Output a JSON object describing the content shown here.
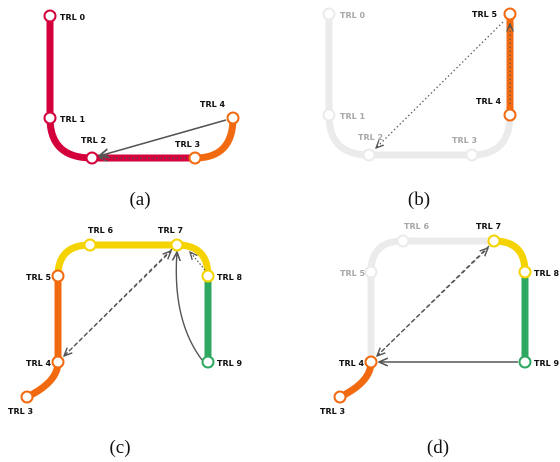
{
  "colors": {
    "red": "#d4003c",
    "orange": "#f26a10",
    "yellow": "#f5d300",
    "green": "#2ea860",
    "gray": "#ebebeb",
    "label_active": "#111111",
    "label_dim": "#a8a8a8",
    "arrow": "#555555"
  },
  "panels": [
    {
      "caption": "(a)",
      "labels": [
        "TRL 0",
        "TRL 1",
        "TRL 2",
        "TRL 3",
        "TRL 4"
      ]
    },
    {
      "caption": "(b)",
      "labels": [
        "TRL 0",
        "TRL 1",
        "TRL 2",
        "TRL 3",
        "TRL 4",
        "TRL 5"
      ]
    },
    {
      "caption": "(c)",
      "labels": [
        "TRL 3",
        "TRL 4",
        "TRL 5",
        "TRL 6",
        "TRL 7",
        "TRL 8",
        "TRL 9"
      ]
    },
    {
      "caption": "(d)",
      "labels": [
        "TRL 3",
        "TRL 4",
        "TRL 5",
        "TRL 6",
        "TRL 7",
        "TRL 8",
        "TRL 9"
      ]
    }
  ]
}
